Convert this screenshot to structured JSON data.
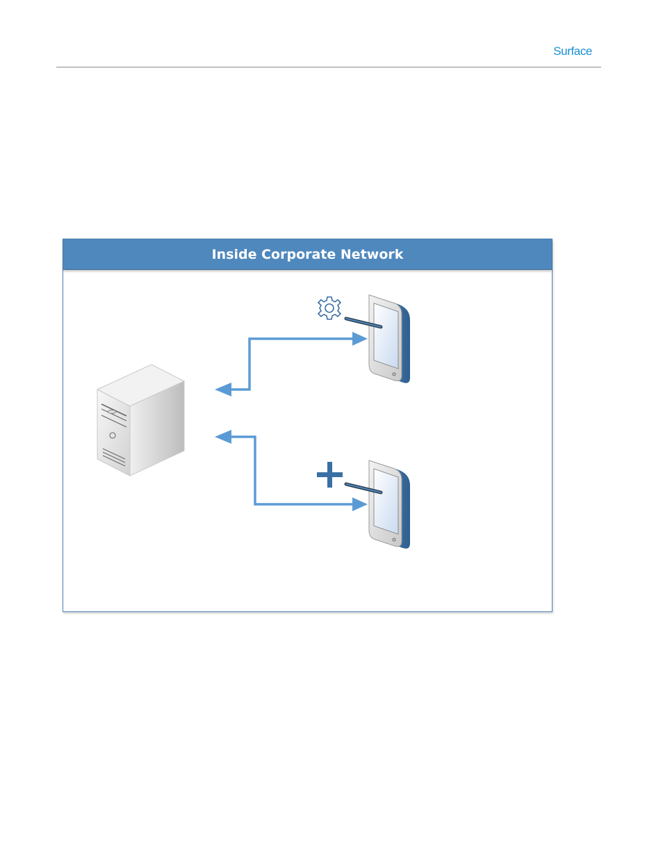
{
  "header": {
    "brand": "Surface"
  },
  "diagram": {
    "title": "Inside Corporate Network",
    "colors": {
      "header_bg": "#4f88bd",
      "arrow": "#5b9bd5",
      "gear": "#3a6fa3",
      "plus": "#3a6fa3",
      "brand": "#1b8fd2"
    },
    "icons": [
      "server-icon",
      "tablet-icon",
      "gear-icon",
      "plus-icon",
      "arrow"
    ]
  }
}
